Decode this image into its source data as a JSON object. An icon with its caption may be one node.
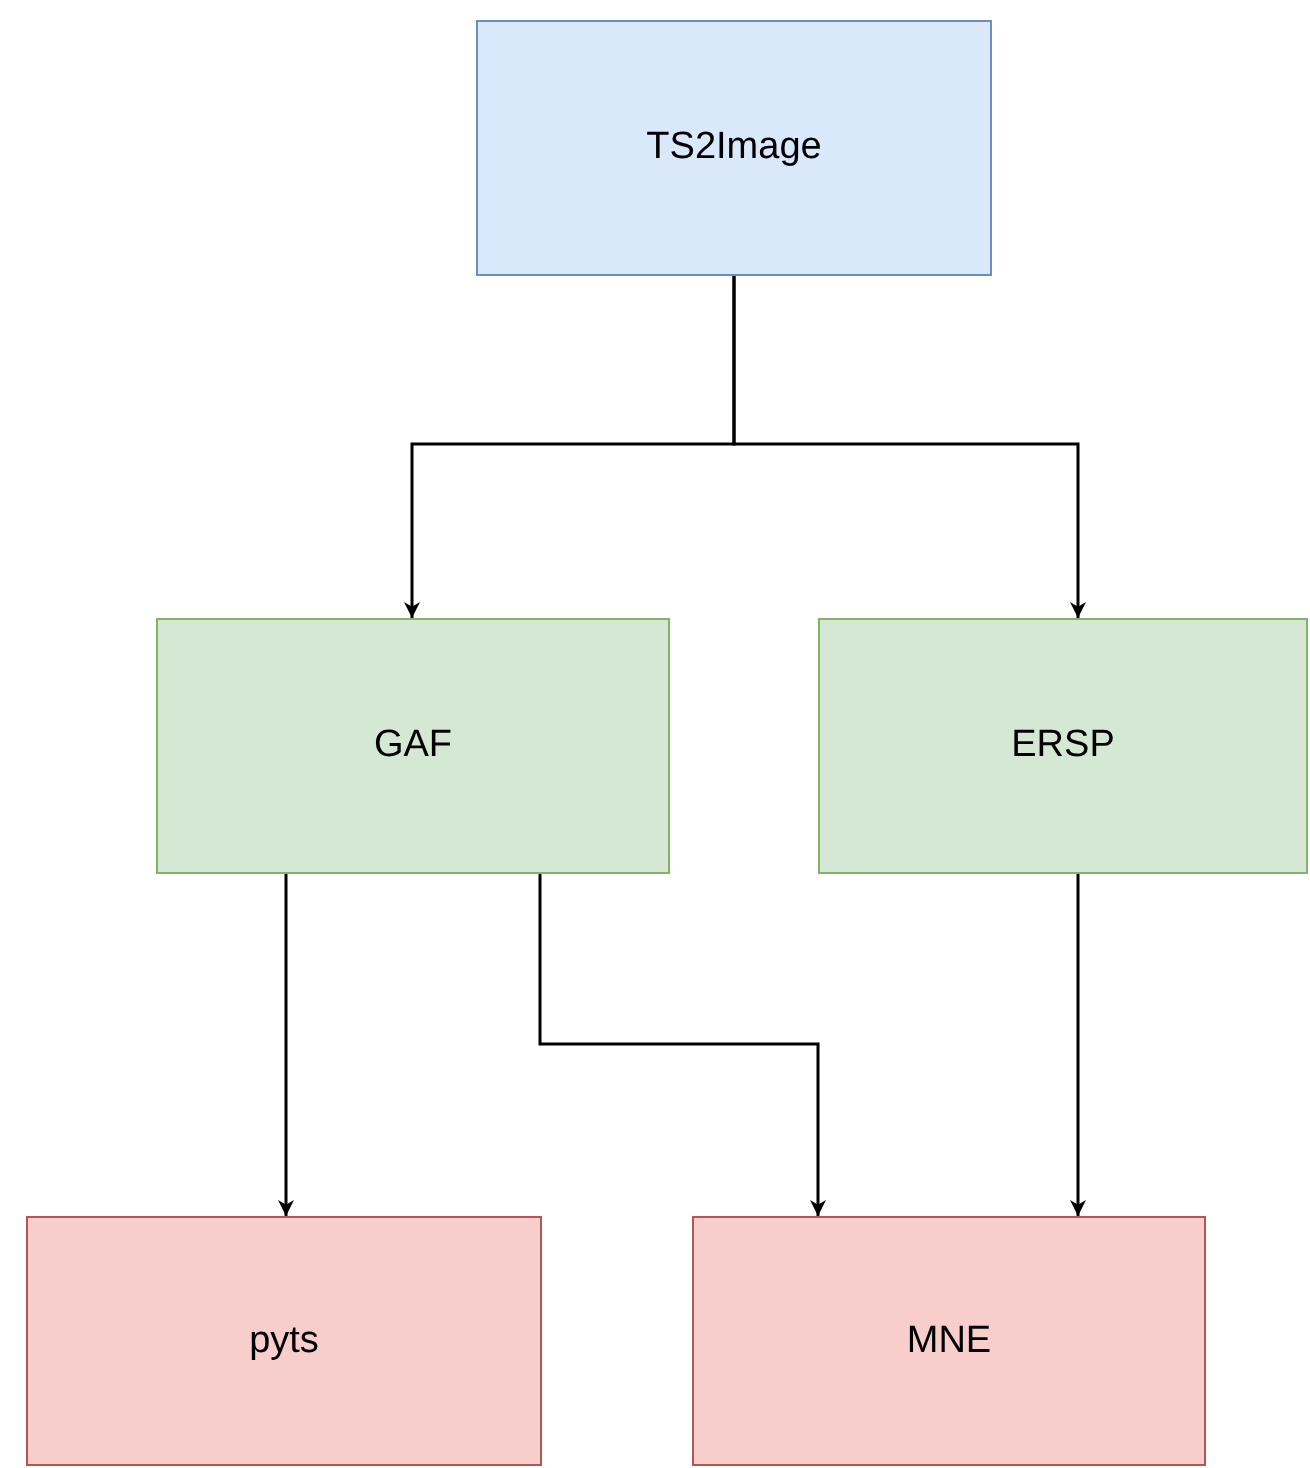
{
  "diagram": {
    "nodes": [
      {
        "text": [
          "TS2Image"
        ]
      },
      {
        "text": [
          "GAF"
        ]
      },
      {
        "text": [
          "ERSP"
        ]
      },
      {
        "text": [
          "pyts"
        ]
      },
      {
        "text": [
          "MNE"
        ]
      }
    ],
    "edges": [
      {
        "from": 0,
        "to": 1,
        "arrow": "to"
      },
      {
        "from": 0,
        "to": 2,
        "arrow": "to"
      },
      {
        "from": 1,
        "to": 3,
        "arrow": "to"
      },
      {
        "from": 1,
        "to": 4,
        "arrow": "to"
      },
      {
        "from": 2,
        "to": 4,
        "arrow": "to"
      }
    ]
  }
}
